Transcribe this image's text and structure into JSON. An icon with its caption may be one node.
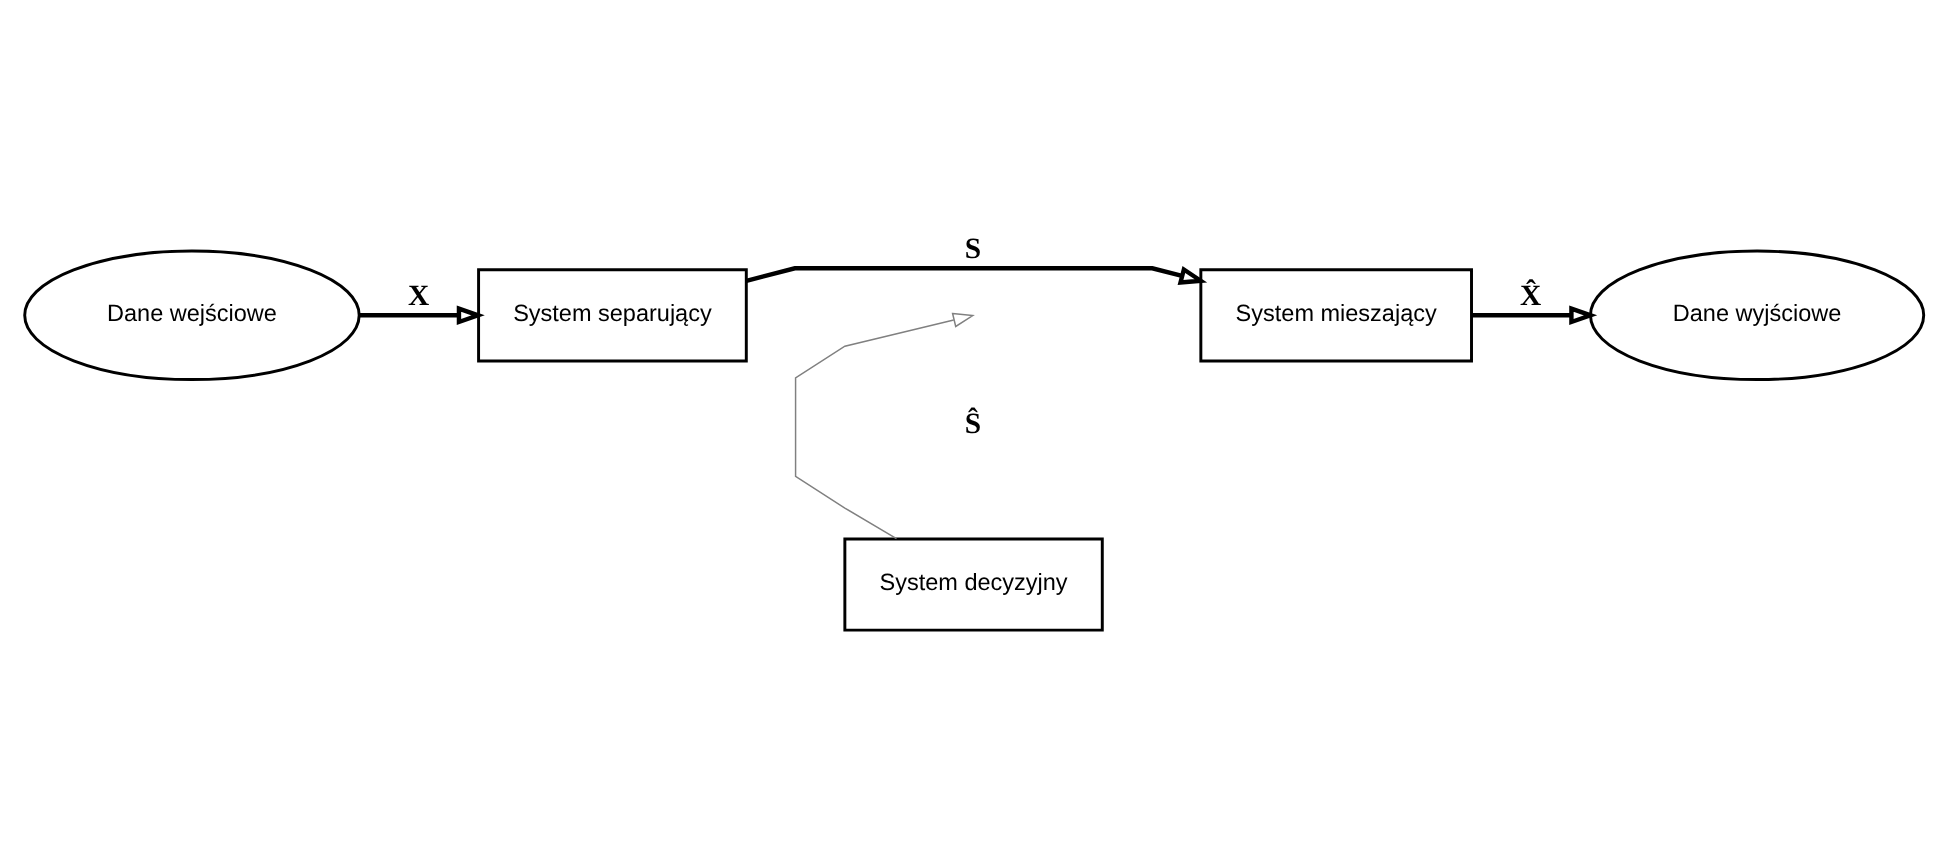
{
  "diagram": {
    "nodes": [
      {
        "text": [
          "Dane wejściowe"
        ]
      },
      {
        "text": [
          "System separujący"
        ]
      },
      {
        "text": [
          "System mieszający"
        ]
      },
      {
        "text": [
          "Dane wyjściowe"
        ]
      },
      {
        "text": [
          "System decyzyjny"
        ]
      }
    ],
    "edges": [
      {
        "from": 0,
        "to": 1,
        "arrow": "to",
        "label": "X"
      },
      {
        "from": 1,
        "to": 2,
        "arrow": "to",
        "label": "S"
      },
      {
        "from": 2,
        "to": 3,
        "arrow": "to",
        "label": "X̂"
      },
      {
        "from": 4,
        "to": null,
        "arrow": "to",
        "color": "#808080"
      }
    ],
    "labels": [
      "Ŝ"
    ]
  }
}
